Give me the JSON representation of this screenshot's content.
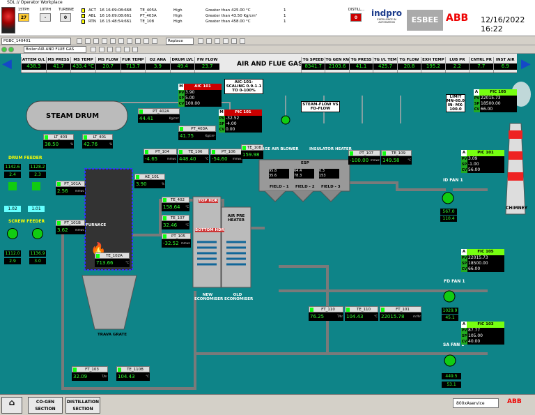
{
  "window": {
    "title": "SDL // Operator Workplace"
  },
  "header": {
    "buttons": [
      {
        "label": "15TPH",
        "value": "27"
      },
      {
        "label": "10TPH",
        "value": "-"
      },
      {
        "label": "TURBINE",
        "value": "0"
      }
    ],
    "alarms": [
      {
        "code": "ACT",
        "time": "16 16:09:08:668",
        "tag": "TE_405A",
        "prio": "High",
        "desc": "Greater than 425.00 °C",
        "n": "1"
      },
      {
        "code": "ABL",
        "time": "16 16:09:08:661",
        "tag": "PT_403A",
        "prio": "High",
        "desc": "Greater than 43.50 Kg/cm²",
        "n": "1"
      },
      {
        "code": "RTN",
        "time": "16 15:48:54:661",
        "tag": "TE_108",
        "prio": "High",
        "desc": "Greater than 458.00 °C",
        "n": "1"
      }
    ],
    "distill": {
      "label": "DISTILL...",
      "value": "0"
    },
    "brands": {
      "indpro": "indpro",
      "indpro_sub": "EXCELLENCE IN AUTOMATION",
      "esbee": "ESBEE",
      "abb": "ABB"
    },
    "datetime": "12/16/2022 16:22"
  },
  "toolbar": {
    "combo1": "PGBC_140401",
    "replace": "Replace",
    "combo2": "Boiler:AIR AND FLUE GAS"
  },
  "ribbon": {
    "title": "AIR AND FLUE GAS",
    "left": [
      {
        "label": "ATTEM O/L",
        "value": "438.3"
      },
      {
        "label": "MS PRESS",
        "value": "41.7 Kg/cm²"
      },
      {
        "label": "MS TEMP",
        "value": "433.4 °C"
      },
      {
        "label": "MS FLOW",
        "value": "20.7"
      },
      {
        "label": "FUR TEMP",
        "value": "713.7"
      },
      {
        "label": "O2 ANA",
        "value": "3.9"
      },
      {
        "label": "DRUM LVL",
        "value": "49.4"
      },
      {
        "label": "FW FLOW",
        "value": "23.7"
      }
    ],
    "right": [
      {
        "label": "TG SPEED",
        "value": "8341.7"
      },
      {
        "label": "TG GEN KW",
        "value": "2103.6"
      },
      {
        "label": "TG PRESS",
        "value": "41.1"
      },
      {
        "label": "TG I/L TEM",
        "value": "425.7"
      },
      {
        "label": "TG FLOW",
        "value": "20.8"
      },
      {
        "label": "EXH TEMP",
        "value": "195.2"
      },
      {
        "label": "LUB PR",
        "value": "2.2"
      },
      {
        "label": "CNTRL PR",
        "value": "7.7"
      },
      {
        "label": "INST AIR",
        "value": "6.9"
      }
    ]
  },
  "labels": {
    "steam_drum": "STEAM DRUM",
    "drum_feeder": "DRUM FEEDER",
    "screw_feeder": "SCREW FEEDER",
    "furnace": "FURNACE",
    "travel_grate": "TRAVA GRATE",
    "purge_air_blower": "PURGE AIR BLOWER",
    "esp": "ESP",
    "insulator_heater": "INSULATOR HEATER",
    "field1": "FIELD - 1",
    "field2": "FIELD - 2",
    "field3": "FIELD - 3",
    "id_fan": "ID FAN 1",
    "fd_fan": "FD FAN 1",
    "sa_fan": "SA FAN 1",
    "chimney": "CHIMNEY",
    "air_pre": "AIR PRE HEATER",
    "new_eco": "NEW ECONOMISER",
    "old_eco": "OLD ECONOMISER",
    "top_hdr": "TOP HDR",
    "bottom_hdr": "BOTTOM HDR",
    "steam_flow": "STEAM-FLOW VS FD-FLOW",
    "aic_scaling": "AIC-101-SCALING 0.9-1.1 TO 0-100%",
    "limit": "LIMIT MN-60.0 IN- MX-100.0"
  },
  "tags": [
    {
      "name": "PT_402A",
      "value": "44.41",
      "unit": "Kg/cm²"
    },
    {
      "name": "LT_403",
      "value": "38.50",
      "unit": "%"
    },
    {
      "name": "LT_401",
      "value": "42.76",
      "unit": "%"
    },
    {
      "name": "PT_403A",
      "value": "41.75",
      "unit": "Kg/cm²"
    },
    {
      "name": "PT_104",
      "value": "-4.65",
      "unit": "mmwc"
    },
    {
      "name": "TE_106",
      "value": "448.40",
      "unit": "°C"
    },
    {
      "name": "PT_106",
      "value": "-54.60",
      "unit": "mmwc"
    },
    {
      "name": "TE_108",
      "value": "159.98",
      "unit": "°C"
    },
    {
      "name": "AE_101",
      "value": "3.90",
      "unit": "%"
    },
    {
      "name": "PT_101A",
      "value": "2.56",
      "unit": "mmwc"
    },
    {
      "name": "PT_101B",
      "value": "3.62",
      "unit": "mmwc"
    },
    {
      "name": "TE_402",
      "value": "158.64",
      "unit": "°C"
    },
    {
      "name": "TE_107",
      "value": "32.46",
      "unit": "°C"
    },
    {
      "name": "PT_105",
      "value": "-32.52",
      "unit": "mmwc"
    },
    {
      "name": "TE_102A",
      "value": "713.66",
      "unit": "°C"
    },
    {
      "name": "PT_107",
      "value": "-100.00",
      "unit": "mmwc"
    },
    {
      "name": "TE_109",
      "value": "149.58",
      "unit": "°C"
    },
    {
      "name": "FT_110",
      "value": "76.25",
      "unit": "T/hr"
    },
    {
      "name": "TE_110",
      "value": "104.43",
      "unit": "°C"
    },
    {
      "name": "FT_101",
      "value": "22015.78",
      "unit": "m³/hr"
    },
    {
      "name": "FT_103",
      "value": "32.09",
      "unit": "T/hr"
    },
    {
      "name": "TE_110B",
      "value": "104.43",
      "unit": "°C"
    }
  ],
  "pids": [
    {
      "name": "AIC 101",
      "pv": "3.90",
      "sp": "5.00",
      "cv": "100.00",
      "red": true
    },
    {
      "name": "PIC 101",
      "pv": "-32.52",
      "sp": "-4.00",
      "cv": "0.00",
      "red": true
    },
    {
      "name": "FIC 105",
      "pv": "22015.73",
      "sp": "18500.00",
      "cv": "66.00",
      "red": false
    },
    {
      "name": "PIC 101",
      "pv": "3.09",
      "sp": "-1.00",
      "cv": "56.00",
      "red": false
    },
    {
      "name": "FIC 105",
      "pv": "22015.73",
      "sp": "18500.00",
      "cv": "66.00",
      "red": false
    },
    {
      "name": "FIC 103",
      "pv": "87.77",
      "sp": "105.00",
      "cv": "40.00",
      "red": false
    }
  ],
  "feeders": {
    "drum": [
      {
        "v1": "1142.6",
        "v2": "2.4"
      },
      {
        "v1": "1128.2",
        "v2": "2.3"
      }
    ],
    "drum_speed": [
      "1.02",
      "1.01"
    ],
    "screw": [
      {
        "v1": "1112.0",
        "v2": "2.9"
      },
      {
        "v1": "1136.9",
        "v2": "3.0"
      }
    ]
  },
  "esp": {
    "f1": [
      "95.8",
      "35.6"
    ],
    "f2": [
      "64.4",
      "78.3"
    ],
    "f3": [
      "0.3",
      "153"
    ]
  },
  "fans": {
    "id": [
      "567.0",
      "110.4"
    ],
    "fd": [
      "1029.9",
      "45.1"
    ],
    "sa": [
      "449.5",
      "53.1"
    ]
  },
  "bottom": {
    "cogen": "CO-GEN SECTION",
    "distill": "DISTILLATION SECTION",
    "user": "800xAservice",
    "abb": "ABB"
  }
}
